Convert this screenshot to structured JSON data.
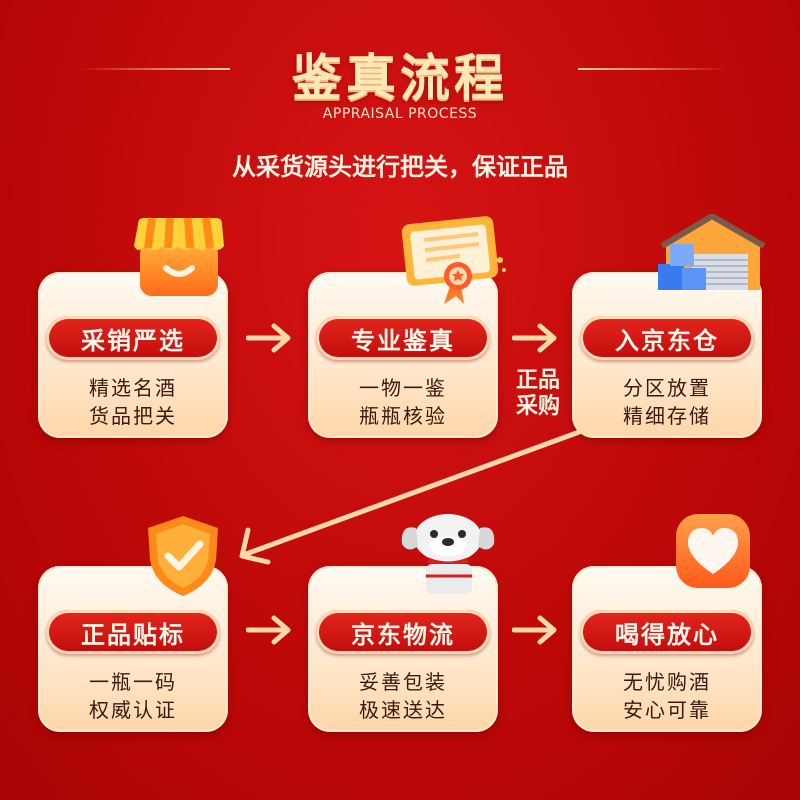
{
  "header": {
    "title": "鉴真流程",
    "subtitle_en": "APPRAISAL PROCESS",
    "tagline": "从采货源头进行把关，保证正品"
  },
  "steps": [
    {
      "label": "采销严选",
      "line1": "精选名酒",
      "line2": "货品把关",
      "icon": "shop-icon"
    },
    {
      "label": "专业鉴真",
      "line1": "一物一鉴",
      "line2": "瓶瓶核验",
      "icon": "certificate-icon"
    },
    {
      "label": "入京东仓",
      "line1": "分区放置",
      "line2": "精细存储",
      "icon": "warehouse-icon"
    },
    {
      "label": "正品贴标",
      "line1": "一瓶一码",
      "line2": "权威认证",
      "icon": "shield-check-icon"
    },
    {
      "label": "京东物流",
      "line1": "妥善包装",
      "line2": "极速送达",
      "icon": "joy-dog-mascot-icon"
    },
    {
      "label": "喝得放心",
      "line1": "无忧购酒",
      "line2": "安心可靠",
      "icon": "heart-icon"
    }
  ],
  "connector_label": {
    "line1": "正品",
    "line2": "采购"
  },
  "colors": {
    "background": "#c40808",
    "pill": "#d41a14",
    "card": "#fff4e6",
    "arrow": "#ffd8a8"
  }
}
